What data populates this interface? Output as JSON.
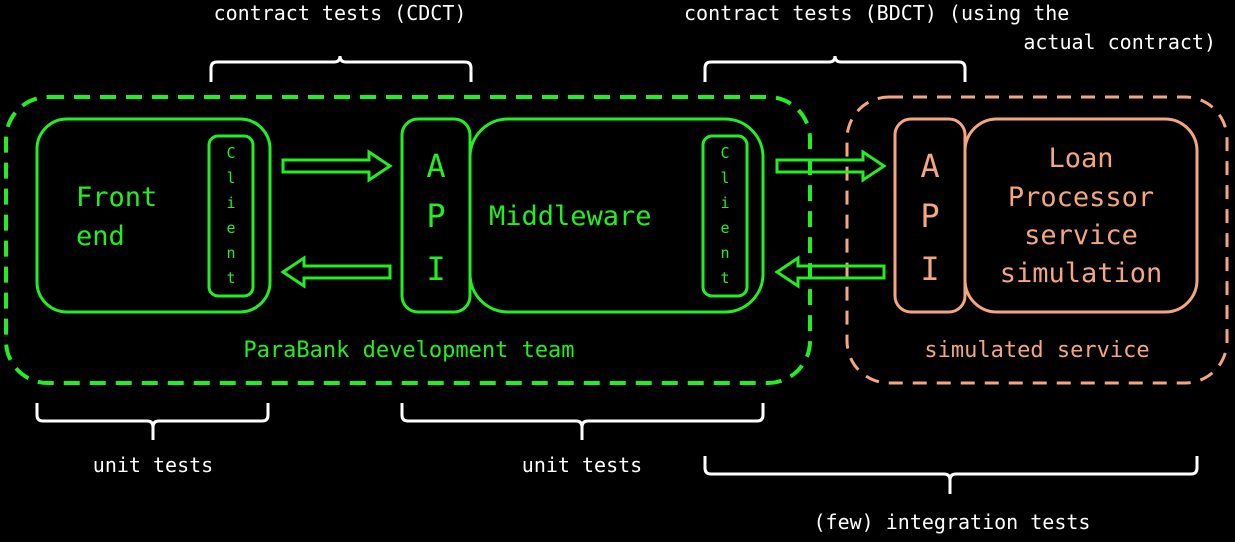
{
  "labels": {
    "contract_cdct": "contract tests (CDCT)",
    "contract_bdct_line1": "contract tests (BDCT) (using the",
    "contract_bdct_line2": "actual contract)",
    "frontend_line1": "Front",
    "frontend_line2": "end",
    "client_letters": [
      "C",
      "l",
      "i",
      "e",
      "n",
      "t"
    ],
    "api_letters": [
      "A",
      "P",
      "I"
    ],
    "middleware": "Middleware",
    "loan_lines": [
      "Loan",
      "Processor",
      "service",
      "simulation"
    ],
    "parabank_team": "ParaBank development team",
    "simulated_service": "simulated service",
    "unit_tests_1": "unit tests",
    "unit_tests_2": "unit tests",
    "integration_tests": "(few) integration tests"
  },
  "colors": {
    "background": "#000000",
    "green": "#22ee22",
    "orange": "#f4a67f",
    "white": "#ffffff"
  }
}
